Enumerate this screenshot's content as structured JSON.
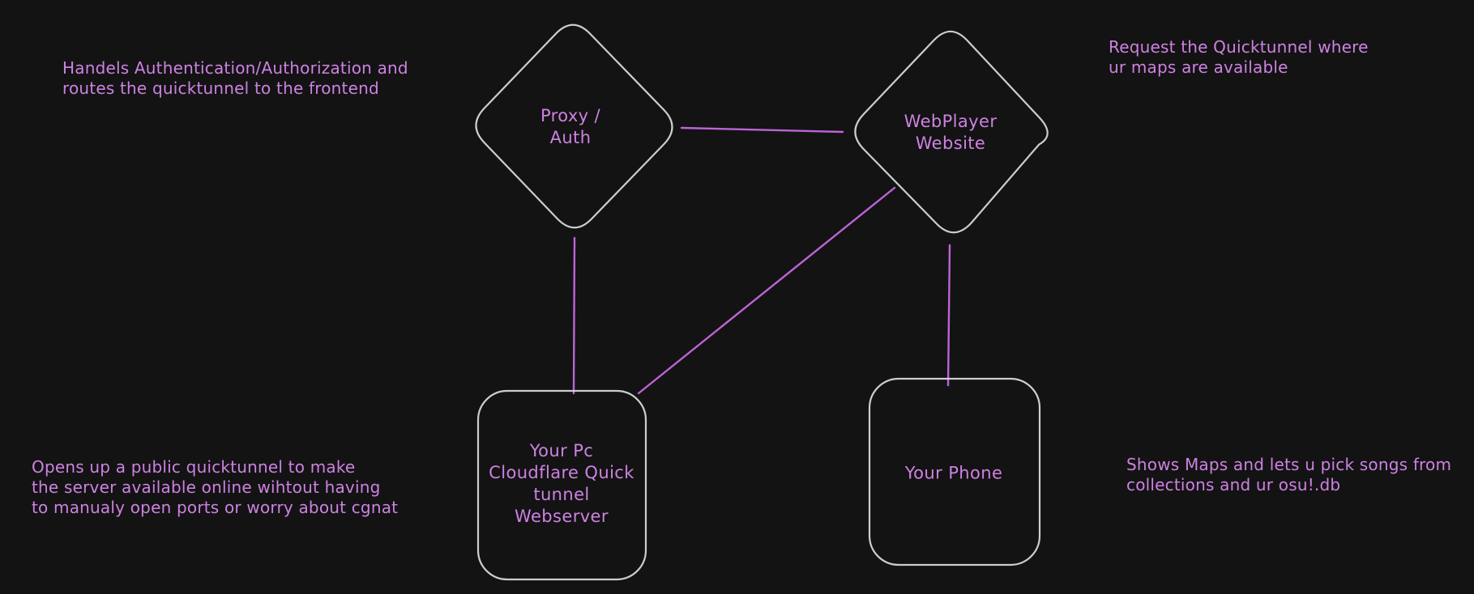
{
  "canvas": {
    "colors": {
      "background": "#131313",
      "shape_stroke": "#c9ced3",
      "text_purple": "#cd82e2",
      "connector_purple": "#bd64d8"
    }
  },
  "nodes": {
    "proxy_auth": {
      "shape": "diamond",
      "label": "Proxy /\nAuth"
    },
    "webplayer": {
      "shape": "diamond",
      "label": "WebPlayer\nWebsite"
    },
    "your_pc": {
      "shape": "rounded-rectangle",
      "label": "Your Pc\nCloudflare Quick\ntunnel\nWebserver"
    },
    "your_phone": {
      "shape": "rounded-rectangle",
      "label": "Your Phone"
    }
  },
  "annotations": {
    "top_left": {
      "text": "Handels Authentication/Authorization and\nroutes the quicktunnel to the frontend"
    },
    "top_right": {
      "text": "Request the Quicktunnel where\nur maps are available"
    },
    "bottom_left": {
      "text": "Opens up a public quicktunnel to make\nthe server available online wihtout having\nto manualy open ports or worry about cgnat"
    },
    "bottom_right": {
      "text": "Shows Maps and lets u pick songs from\ncollections and ur osu!.db"
    }
  },
  "connectors": [
    {
      "from": "proxy_auth",
      "to": "webplayer"
    },
    {
      "from": "proxy_auth",
      "to": "your_pc"
    },
    {
      "from": "webplayer",
      "to": "your_pc"
    },
    {
      "from": "webplayer",
      "to": "your_phone"
    }
  ]
}
